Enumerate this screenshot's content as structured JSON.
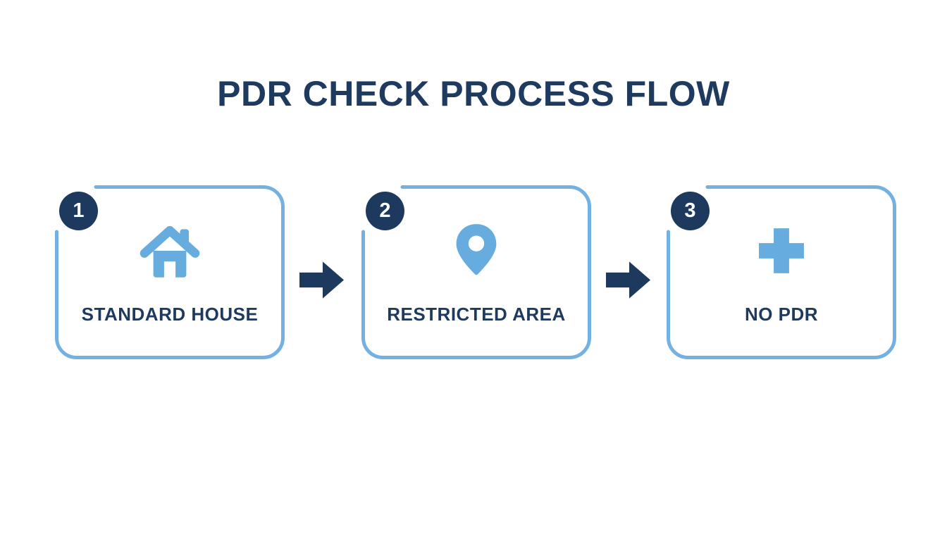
{
  "title": "PDR CHECK PROCESS FLOW",
  "colors": {
    "navy": "#1d3a5e",
    "title_navy": "#1e3a5f",
    "border_blue": "#74b1e3",
    "icon_blue": "#66acdf",
    "background": "#ffffff"
  },
  "steps": [
    {
      "number": "1",
      "label": "STANDARD HOUSE",
      "icon": "house-icon"
    },
    {
      "number": "2",
      "label": "RESTRICTED AREA",
      "icon": "location-pin-icon"
    },
    {
      "number": "3",
      "label": "NO PDR",
      "icon": "plus-icon"
    }
  ],
  "connectors": [
    {
      "icon": "arrow-right-icon"
    },
    {
      "icon": "arrow-right-icon"
    }
  ]
}
